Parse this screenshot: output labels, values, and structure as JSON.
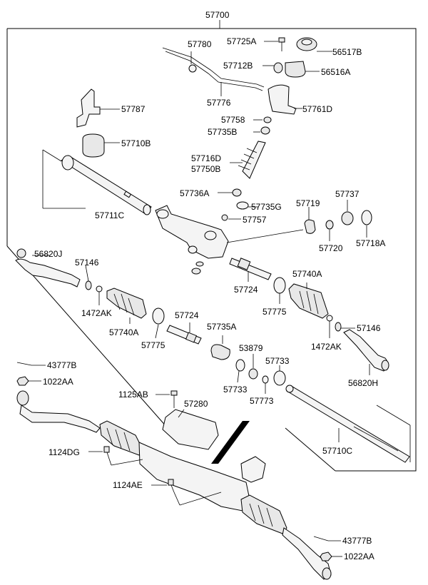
{
  "diagram": {
    "title_part": "57700",
    "labels": {
      "p57725A": "57725A",
      "p56517B": "56517B",
      "p57780": "57780",
      "p57712B": "57712B",
      "p56516A": "56516A",
      "p57787": "57787",
      "p57776": "57776",
      "p57761D": "57761D",
      "p57758": "57758",
      "p57735B": "57735B",
      "p57710B": "57710B",
      "p57716D": "57716D",
      "p57750B": "57750B",
      "p57736A": "57736A",
      "p57735G": "57735G",
      "p57737": "57737",
      "p57719": "57719",
      "p57711C": "57711C",
      "p57757": "57757",
      "p57720": "57720",
      "p57718A": "57718A",
      "p56820J": "56820J",
      "p57146L": "57146",
      "p57740AR": "57740A",
      "p1472AKL": "1472AK",
      "p57724U": "57724",
      "p57740AL": "57740A",
      "p57775R": "57775",
      "p57724L": "57724",
      "p57146R": "57146",
      "p57735A": "57735A",
      "p57775L": "57775",
      "p1472AKR": "1472AK",
      "p53879": "53879",
      "p57733R": "57733",
      "p43777BU": "43777B",
      "p1022AAU": "1022AA",
      "p56820H": "56820H",
      "p57733L": "57733",
      "p57773": "57773",
      "p1125AB": "1125AB",
      "p57280": "57280",
      "p57710C": "57710C",
      "p1124DG": "1124DG",
      "p1124AE": "1124AE",
      "p43777BL": "43777B",
      "p1022AAL": "1022AA"
    }
  }
}
